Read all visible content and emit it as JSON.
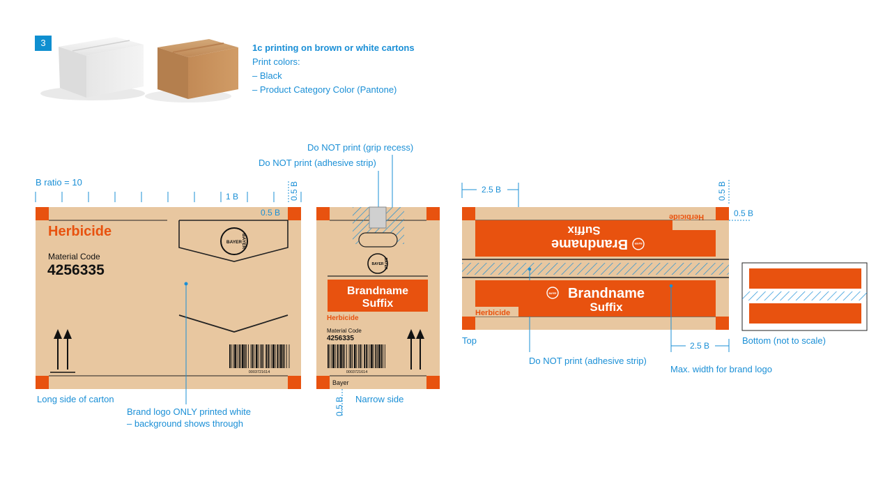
{
  "colors": {
    "accent_blue": "#1a8fd6",
    "cardboard": "#e8c7a0",
    "category_orange": "#e8520f",
    "black": "#111111"
  },
  "step_number": "3",
  "intro": {
    "title": "1c printing on brown or white cartons",
    "lines": [
      "Print colors:",
      "– Black",
      "– Product Category Color (Pantone)"
    ]
  },
  "long_side": {
    "b_ratio": "B ratio = 10",
    "dim_1b": "1 B",
    "dim_05b_top": "0.5 B",
    "dim_05b_inner": "0.5 B",
    "category": "Herbicide",
    "material_label": "Material Code",
    "material_code": "4256335",
    "barcode_number": "0003721614",
    "logo_text": "BAYER",
    "caption": "Long side of carton",
    "logo_note_line1": "Brand logo ONLY printed white",
    "logo_note_line2": "– background shows through"
  },
  "narrow_side": {
    "grip_note": "Do NOT print (grip recess)",
    "adhesive_note": "Do NOT print (adhesive strip)",
    "logo_text": "BAYER",
    "brand_name": "Brandname",
    "brand_suffix": "Suffix",
    "category": "Herbicide",
    "material_label": "Material Code",
    "material_code": "4256335",
    "barcode_number": "0003721614",
    "footer": "Bayer",
    "dim_05b": "0.5 B",
    "caption": "Narrow side"
  },
  "top_side": {
    "dim_25b_left": "2.5 B",
    "dim_05b_vert": "0.5 B",
    "dim_05b_right": "0.5 B",
    "logo_text": "BAYER",
    "brand_name": "Brandname",
    "brand_suffix": "Suffix",
    "category": "Herbicide",
    "caption": "Top",
    "adhesive_note": "Do NOT print (adhesive strip)",
    "dim_25b_bottom": "2.5 B",
    "max_width_note": "Max. width for brand logo"
  },
  "bottom_side": {
    "caption": "Bottom (not to scale)"
  }
}
